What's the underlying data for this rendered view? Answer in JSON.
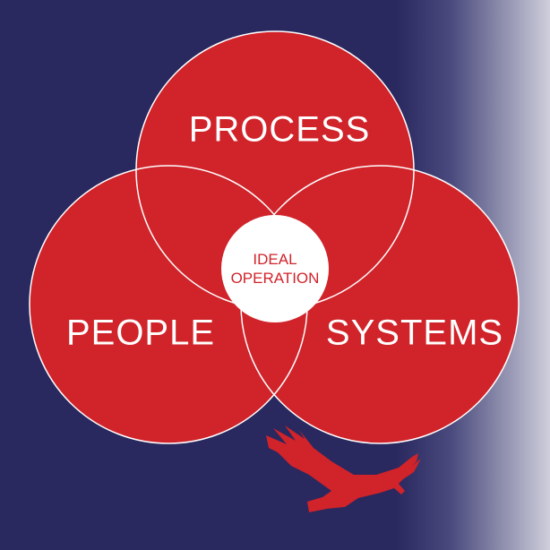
{
  "colors": {
    "background": "#29285f",
    "circle": "#d0232a",
    "outline": "#ffffff"
  },
  "circles": {
    "top": "PROCESS",
    "left": "PEOPLE",
    "right": "SYSTEMS"
  },
  "center": {
    "line1": "IDEAL",
    "line2": "OPERATION"
  },
  "logo": "eagle-icon"
}
